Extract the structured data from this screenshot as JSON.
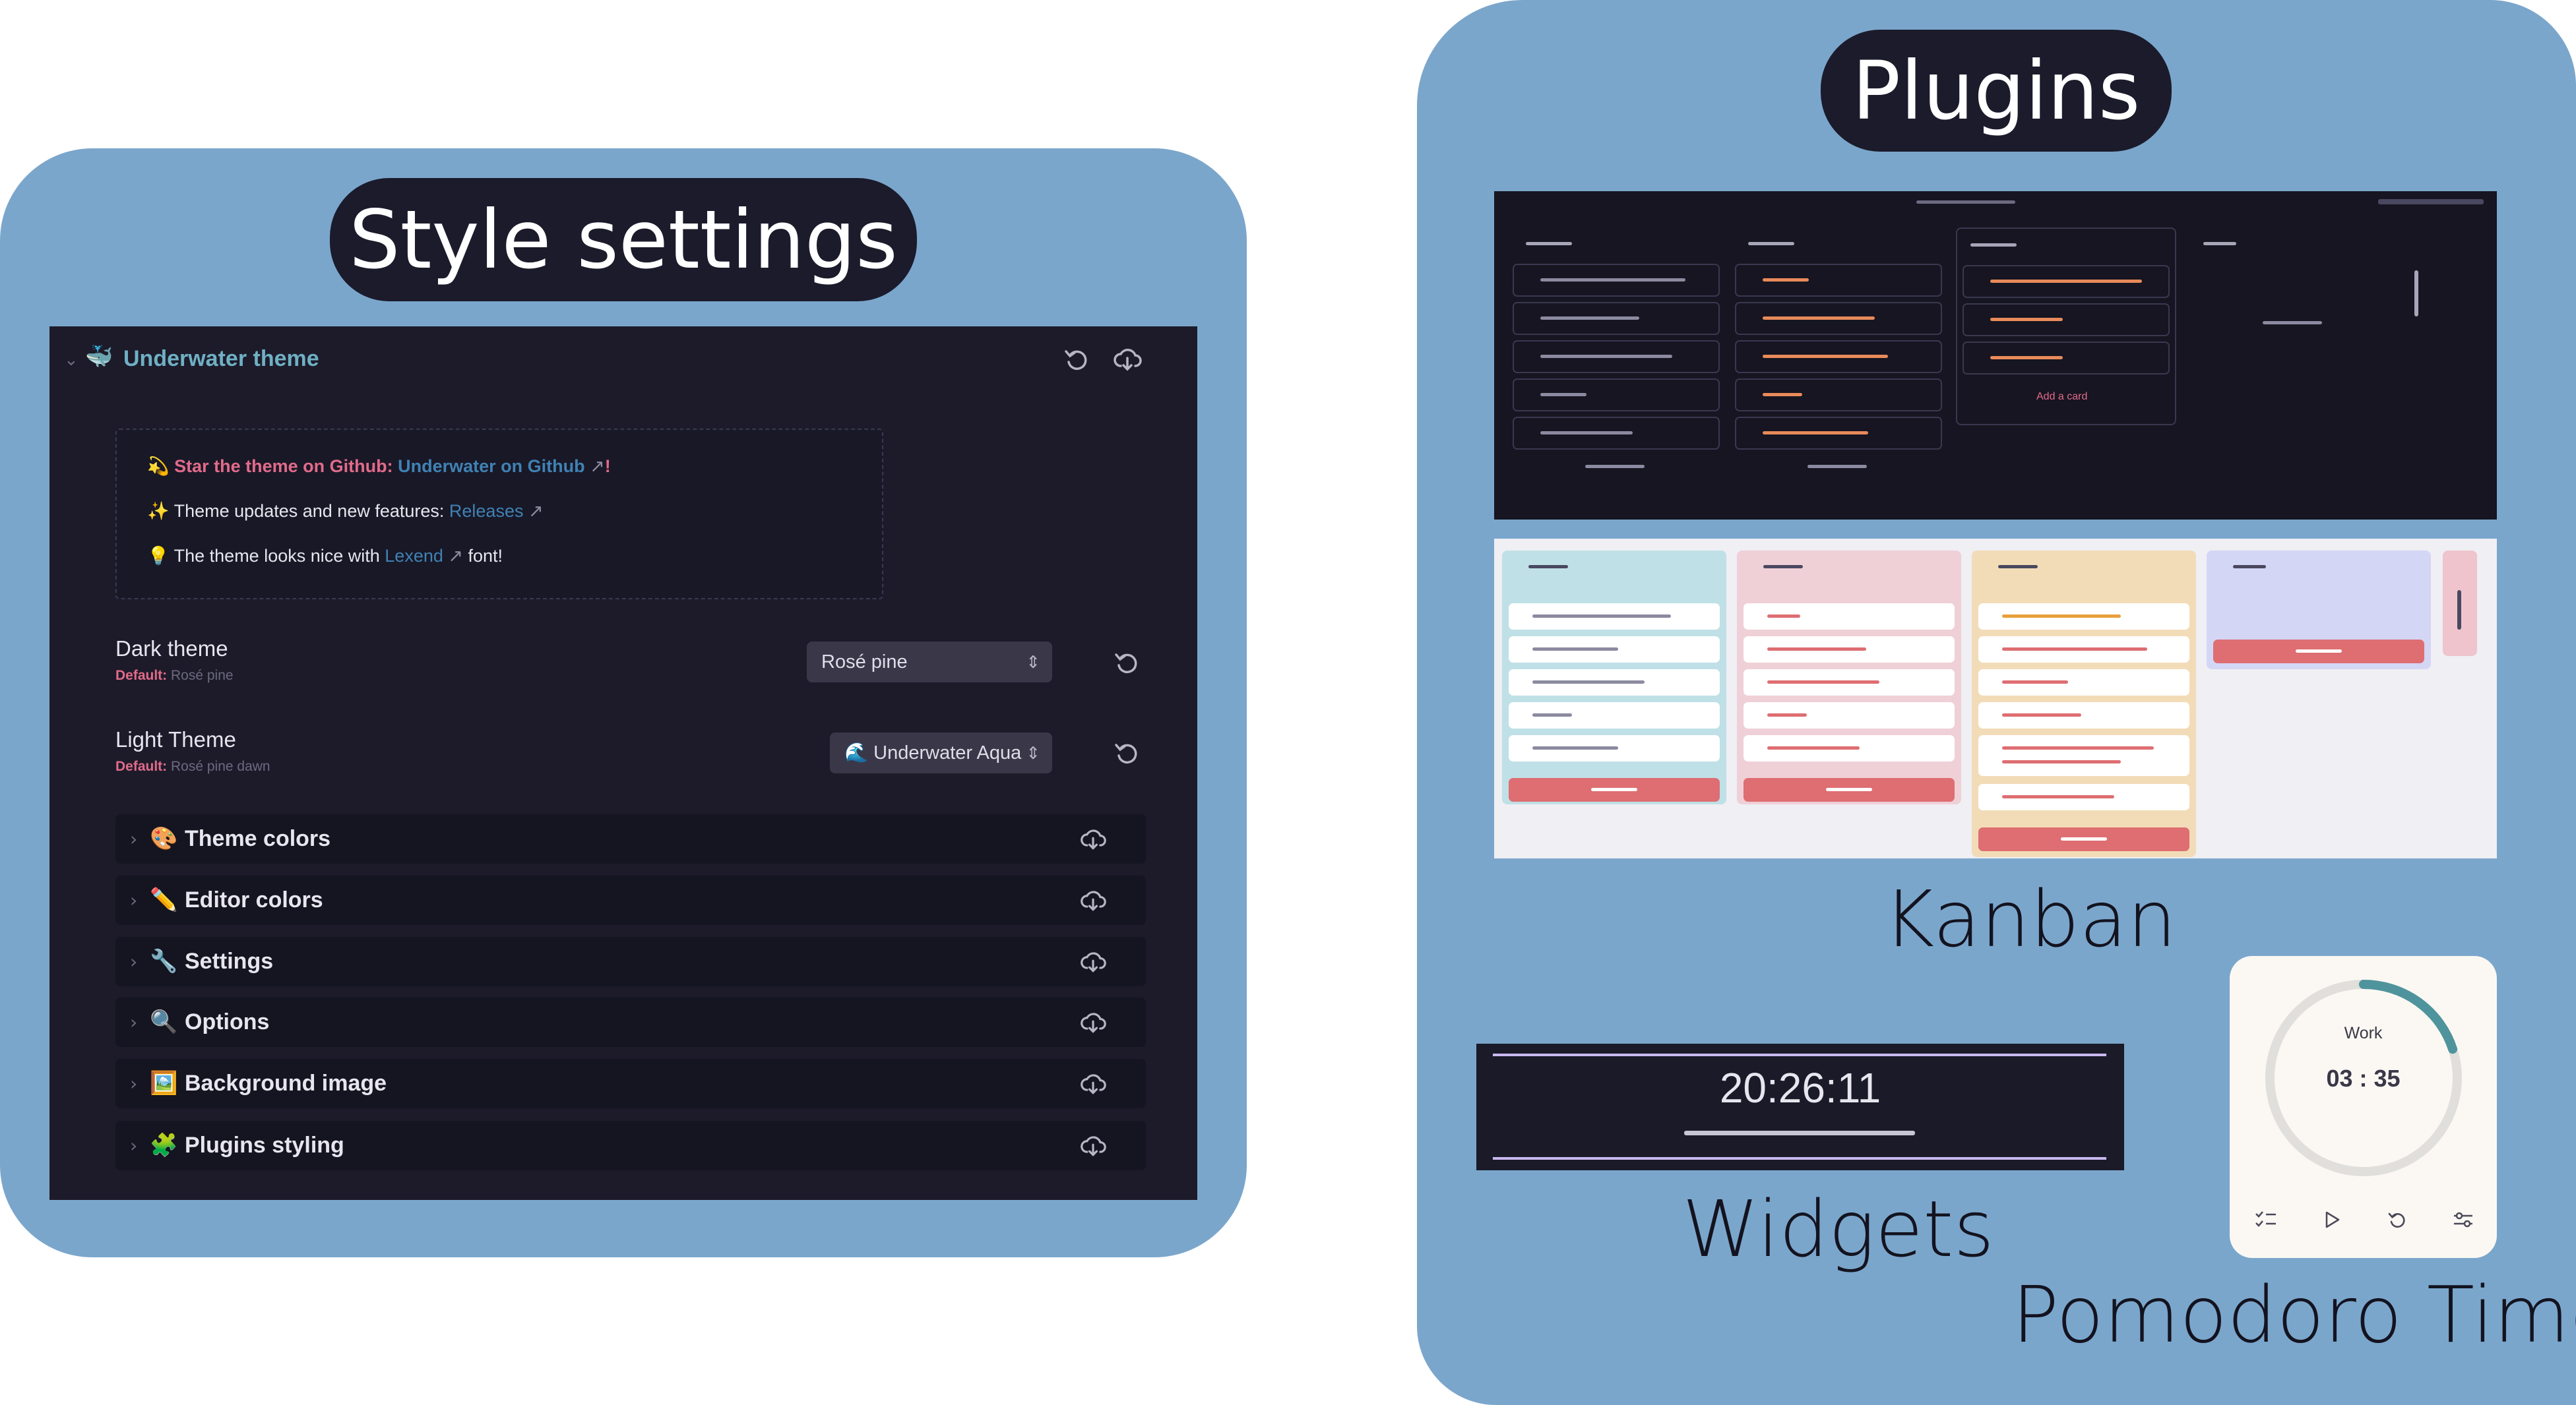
{
  "left_panel": {
    "title": "Style settings"
  },
  "style_settings": {
    "section_title": "Underwater theme",
    "section_emoji": "🐳",
    "info": {
      "star_prefix": "💫 ",
      "star_label": "Star the theme on Github: ",
      "star_link": "Underwater on Github",
      "star_suffix": "!",
      "updates_prefix": "✨ Theme updates and new features: ",
      "updates_link": "Releases",
      "font_prefix": "💡 The theme looks nice with ",
      "font_link": "Lexend",
      "font_suffix": " font!"
    },
    "dark_theme": {
      "label": "Dark theme",
      "default_label": "Default:",
      "default_value": "Rosé pine",
      "value": "Rosé pine"
    },
    "light_theme": {
      "label": "Light Theme",
      "default_label": "Default:",
      "default_value": "Rosé pine dawn",
      "value": "🌊 Underwater Aqua"
    },
    "groups": [
      {
        "emoji": "🎨",
        "label": "Theme colors"
      },
      {
        "emoji": "✏️",
        "label": "Editor colors"
      },
      {
        "emoji": "🔧",
        "label": "Settings"
      },
      {
        "emoji": "🔍",
        "label": "Options"
      },
      {
        "emoji": "🖼️",
        "label": "Background image"
      },
      {
        "emoji": "🧩",
        "label": "Plugins styling"
      }
    ]
  },
  "right_panel": {
    "title": "Plugins"
  },
  "kanban": {
    "caption": "Kanban",
    "add_card": "Add a card"
  },
  "widgets": {
    "caption": "Widgets",
    "clock_time": "20:26:11"
  },
  "pomodoro": {
    "caption": "Pomodoro Timer",
    "mode": "Work",
    "time": "03 : 35",
    "progress": 0.2
  },
  "colors": {
    "panel_blue": "#7ba6cc",
    "dark_bg": "#1d1b2a",
    "accent_rose": "#e26b8a",
    "link_blue": "#3f82b4",
    "teal_heading": "#6fb0c4"
  }
}
